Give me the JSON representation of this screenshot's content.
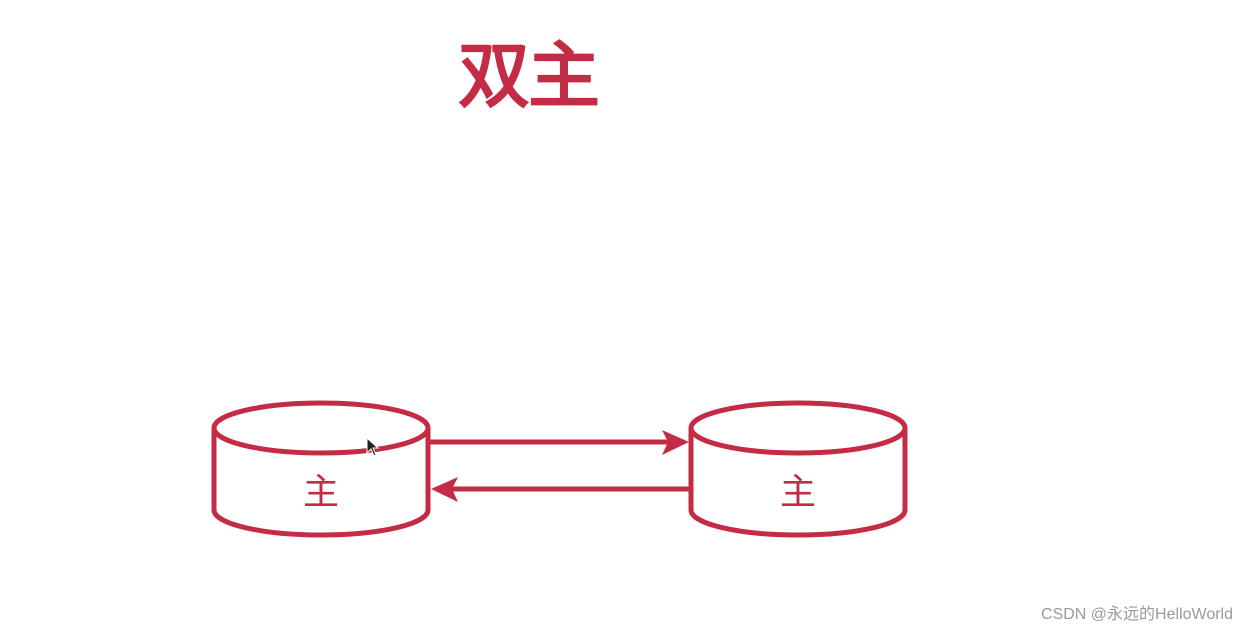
{
  "title": "双主",
  "nodes": [
    {
      "label": "主"
    },
    {
      "label": "主"
    }
  ],
  "colors": {
    "accent": "#c42b45",
    "watermark": "#9a9a9a"
  },
  "watermark": "CSDN @永远的HelloWorld"
}
